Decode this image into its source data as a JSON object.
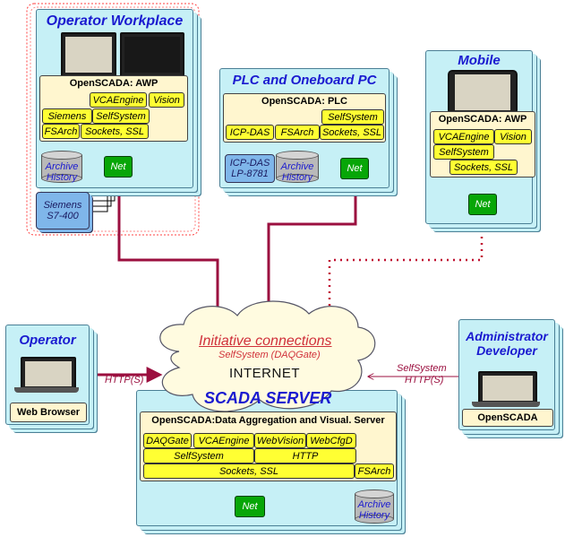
{
  "operator_workplace": {
    "title": "Operator Workplace",
    "box_title": "OpenSCADA: AWP",
    "modules": {
      "vcaengine": "VCAEngine",
      "vision": "Vision",
      "siemens": "Siemens",
      "selfsystem": "SelfSystem",
      "fsarch": "FSArch",
      "sockets": "Sockets, SSL"
    },
    "archive": "Archive History",
    "net": "Net",
    "plc_device": "Siemens S7-400"
  },
  "plc": {
    "title": "PLC and Oneboard PC",
    "box_title": "OpenSCADA: PLC",
    "modules": {
      "selfsystem": "SelfSystem",
      "icpdas": "ICP-DAS",
      "fsarch": "FSArch",
      "sockets": "Sockets, SSL"
    },
    "device": "ICP-DAS LP-8781",
    "archive": "Archive History",
    "net": "Net"
  },
  "mobile": {
    "title": "Mobile",
    "box_title": "OpenSCADA: AWP",
    "modules": {
      "vcaengine": "VCAEngine",
      "vision": "Vision",
      "selfsystem": "SelfSystem",
      "sockets": "Sockets, SSL"
    },
    "net": "Net"
  },
  "operator": {
    "title": "Operator",
    "client": "Web Browser",
    "protocol": "HTTP(S)"
  },
  "administrator": {
    "title_line1": "Administrator",
    "title_line2": "Developer",
    "client": "OpenSCADA",
    "protocol_line1": "SelfSystem",
    "protocol_line2": "HTTP(S)"
  },
  "cloud": {
    "initiative": "Initiative connections",
    "daqgate": "SelfSystem (DAQGate)",
    "internet": "INTERNET"
  },
  "server": {
    "title": "SCADA SERVER",
    "box_title": "OpenSCADA:Data Aggregation and Visual. Server",
    "modules": {
      "daqgate": "DAQGate",
      "vcaengine": "VCAEngine",
      "webvision": "WebVision",
      "webcfgd": "WebCfgD",
      "selfsystem": "SelfSystem",
      "http": "HTTP",
      "sockets": "Sockets, SSL",
      "fsarch": "FSArch"
    },
    "net": "Net",
    "archive": "Archive History"
  },
  "colors": {
    "panel": "#c6f0f6",
    "title": "#1a1ad0",
    "module": "#ffff33",
    "net": "#07a607",
    "link": "#9b0f3f",
    "module_box": "#fff6cf"
  }
}
